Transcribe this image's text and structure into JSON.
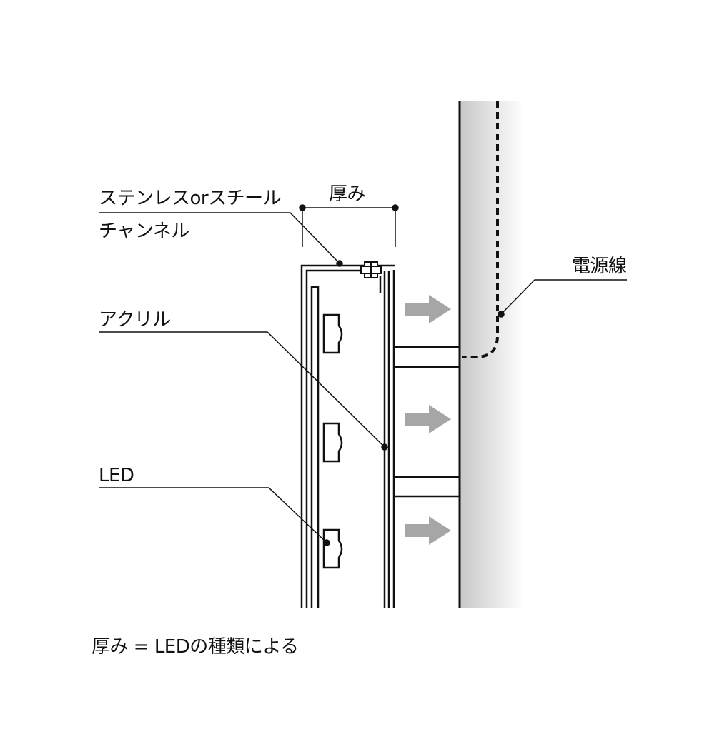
{
  "labels": {
    "channel_line1": "ステンレスorスチール",
    "channel_line2": "チャンネル",
    "thickness": "厚み",
    "acrylic": "アクリル",
    "led": "LED",
    "power_cable": "電源線"
  },
  "footnote": "厚み = LEDの種類による",
  "colors": {
    "line": "#111111",
    "arrow": "#a6a6a6",
    "wall_shade_start": "#c8c8c8",
    "wall_shade_end": "#ffffff"
  }
}
